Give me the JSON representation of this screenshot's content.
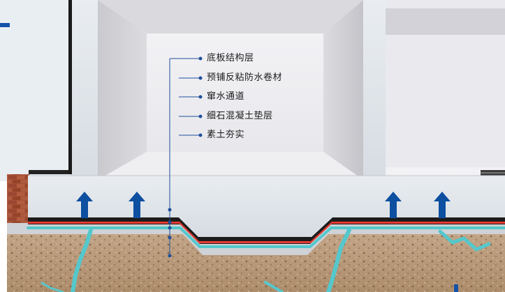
{
  "diagram": {
    "labels": [
      {
        "id": "base-slab",
        "text": "底板结构层"
      },
      {
        "id": "pre-laid-membrane",
        "text": "预铺反粘防水卷材"
      },
      {
        "id": "water-channel",
        "text": "窜水通道"
      },
      {
        "id": "fine-aggregate-concrete",
        "text": "细石混凝土垫层"
      },
      {
        "id": "compacted-soil",
        "text": "素土夯实"
      }
    ],
    "colors": {
      "leader": "#1f4f9a",
      "arrow": "#0d4fa0",
      "membrane": "#e53a32",
      "water": "#54c8cc",
      "concrete": "#e4e8ed",
      "soil": "#b99a7c",
      "brick": "#9c4a32",
      "accent": "#1352a8"
    },
    "icons": [
      "up-arrow-icon",
      "brick-wall",
      "rebar"
    ]
  }
}
